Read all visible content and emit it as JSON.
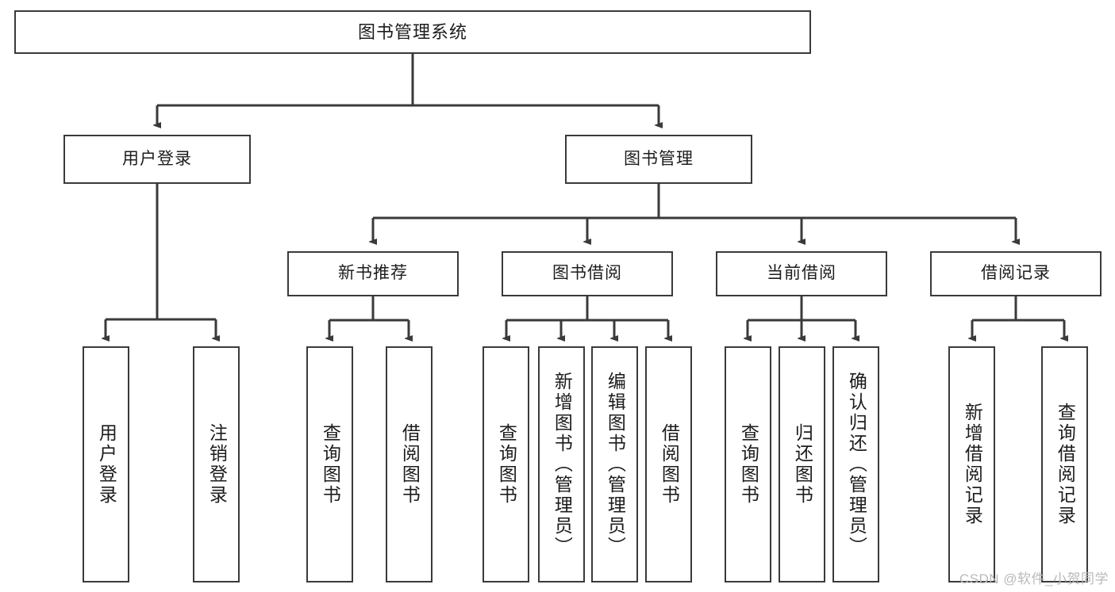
{
  "diagram": {
    "title": "图书管理系统",
    "watermark": "CSDN @软件_小贺同学",
    "line_color": "#3a3a3a",
    "box_fill": "#ffffff",
    "text_color": "#1c1c1c",
    "nodes": {
      "root": "图书管理系统",
      "level1": {
        "user_login": "用户登录",
        "book_manage": "图书管理"
      },
      "level2": {
        "new_book_rec": "新书推荐",
        "book_borrow": "图书借阅",
        "current_borrow": "当前借阅",
        "borrow_record": "借阅记录"
      },
      "leaves": {
        "user_login_1": "用户登录",
        "user_login_2": "注销登录",
        "new_book_rec_1": "查询图书",
        "new_book_rec_2": "借阅图书",
        "book_borrow_1": "查询图书",
        "book_borrow_2": "新增图书（管理员）",
        "book_borrow_3": "编辑图书（管理员）",
        "book_borrow_4": "借阅图书",
        "current_borrow_1": "查询图书",
        "current_borrow_2": "归还图书",
        "current_borrow_3": "确认归还（管理员）",
        "borrow_record_1": "新增借阅记录",
        "borrow_record_2": "查询借阅记录"
      }
    }
  }
}
